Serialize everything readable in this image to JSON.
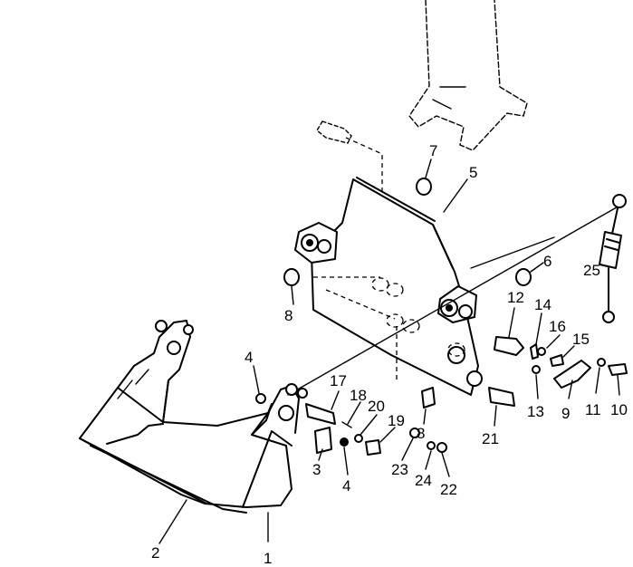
{
  "callouts": [
    {
      "id": "c1",
      "text": "1"
    },
    {
      "id": "c2",
      "text": "2"
    },
    {
      "id": "c3",
      "text": "3"
    },
    {
      "id": "c4a",
      "text": "4"
    },
    {
      "id": "c4b",
      "text": "4"
    },
    {
      "id": "c5",
      "text": "5"
    },
    {
      "id": "c6",
      "text": "6"
    },
    {
      "id": "c7",
      "text": "7"
    },
    {
      "id": "c8a",
      "text": "8"
    },
    {
      "id": "c8b",
      "text": "8"
    },
    {
      "id": "c9",
      "text": "9"
    },
    {
      "id": "c10",
      "text": "10"
    },
    {
      "id": "c11",
      "text": "11"
    },
    {
      "id": "c12",
      "text": "12"
    },
    {
      "id": "c13",
      "text": "13"
    },
    {
      "id": "c14",
      "text": "14"
    },
    {
      "id": "c15",
      "text": "15"
    },
    {
      "id": "c16",
      "text": "16"
    },
    {
      "id": "c17",
      "text": "17"
    },
    {
      "id": "c18",
      "text": "18"
    },
    {
      "id": "c19",
      "text": "19"
    },
    {
      "id": "c20",
      "text": "20"
    },
    {
      "id": "c21",
      "text": "21"
    },
    {
      "id": "c22",
      "text": "22"
    },
    {
      "id": "c23",
      "text": "23"
    },
    {
      "id": "c24",
      "text": "24"
    },
    {
      "id": "c25",
      "text": "25"
    }
  ]
}
